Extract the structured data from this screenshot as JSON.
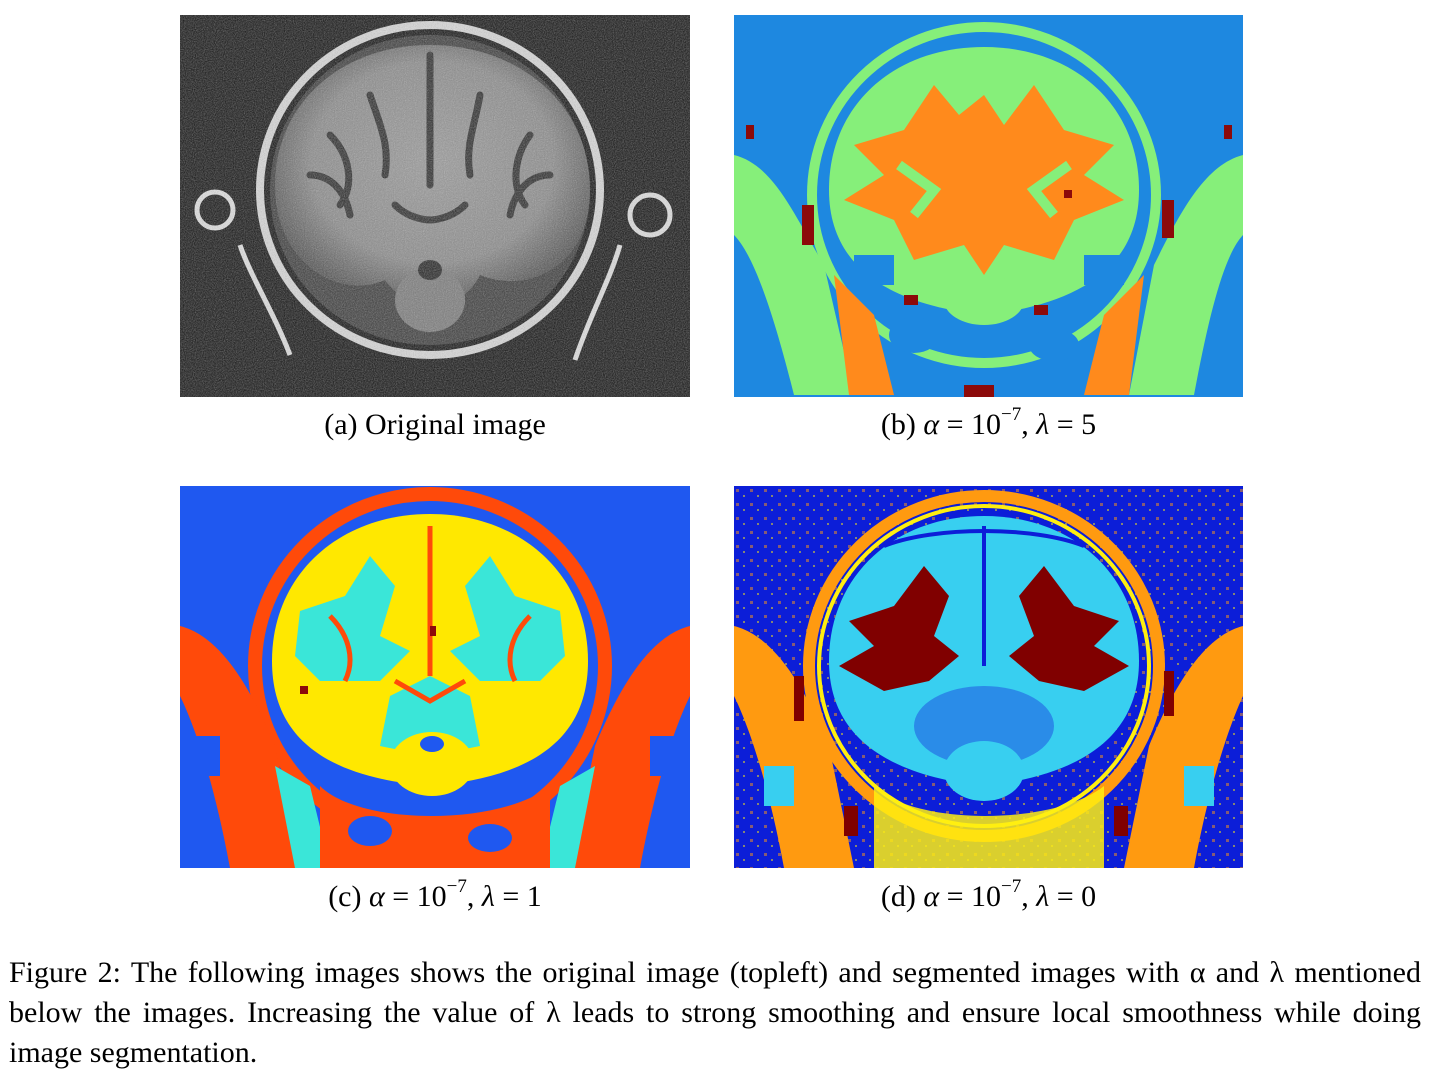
{
  "panels": [
    {
      "id": "a",
      "prefix": "(a)",
      "label": "Original image"
    },
    {
      "id": "b",
      "prefix": "(b)",
      "alpha_sym": "α",
      "eq": " = 10",
      "exp": "−7",
      "lambda_sym": "λ",
      "lambda_val": " = 5"
    },
    {
      "id": "c",
      "prefix": "(c)",
      "alpha_sym": "α",
      "eq": " = 10",
      "exp": "−7",
      "lambda_sym": "λ",
      "lambda_val": " = 1"
    },
    {
      "id": "d",
      "prefix": "(d)",
      "alpha_sym": "α",
      "eq": " = 10",
      "exp": "−7",
      "lambda_sym": "λ",
      "lambda_val": " = 0"
    }
  ],
  "caption": {
    "text": "Figure 2: The following images shows the original image (topleft) and segmented images with α and λ mentioned below the images. Increasing the value of λ leads to strong smoothing and ensure local smoothness while doing image segmentation."
  },
  "colors": {
    "b": {
      "bg": "#1e88e0",
      "tissue": "#86ef7a",
      "matter": "#ff8a1c",
      "dark": "#8c0a0a"
    },
    "c": {
      "bg": "#1f58f0",
      "ring": "#ff4a0a",
      "outer": "#ffe800",
      "inner": "#3ae6d8",
      "dark": "#8c0a0a"
    },
    "d": {
      "bg": "#0c1ed8",
      "orange": "#ff9a10",
      "yellow": "#ffee10",
      "cyan": "#38cff0",
      "dark": "#800000",
      "blue2": "#2a8ce8"
    }
  }
}
